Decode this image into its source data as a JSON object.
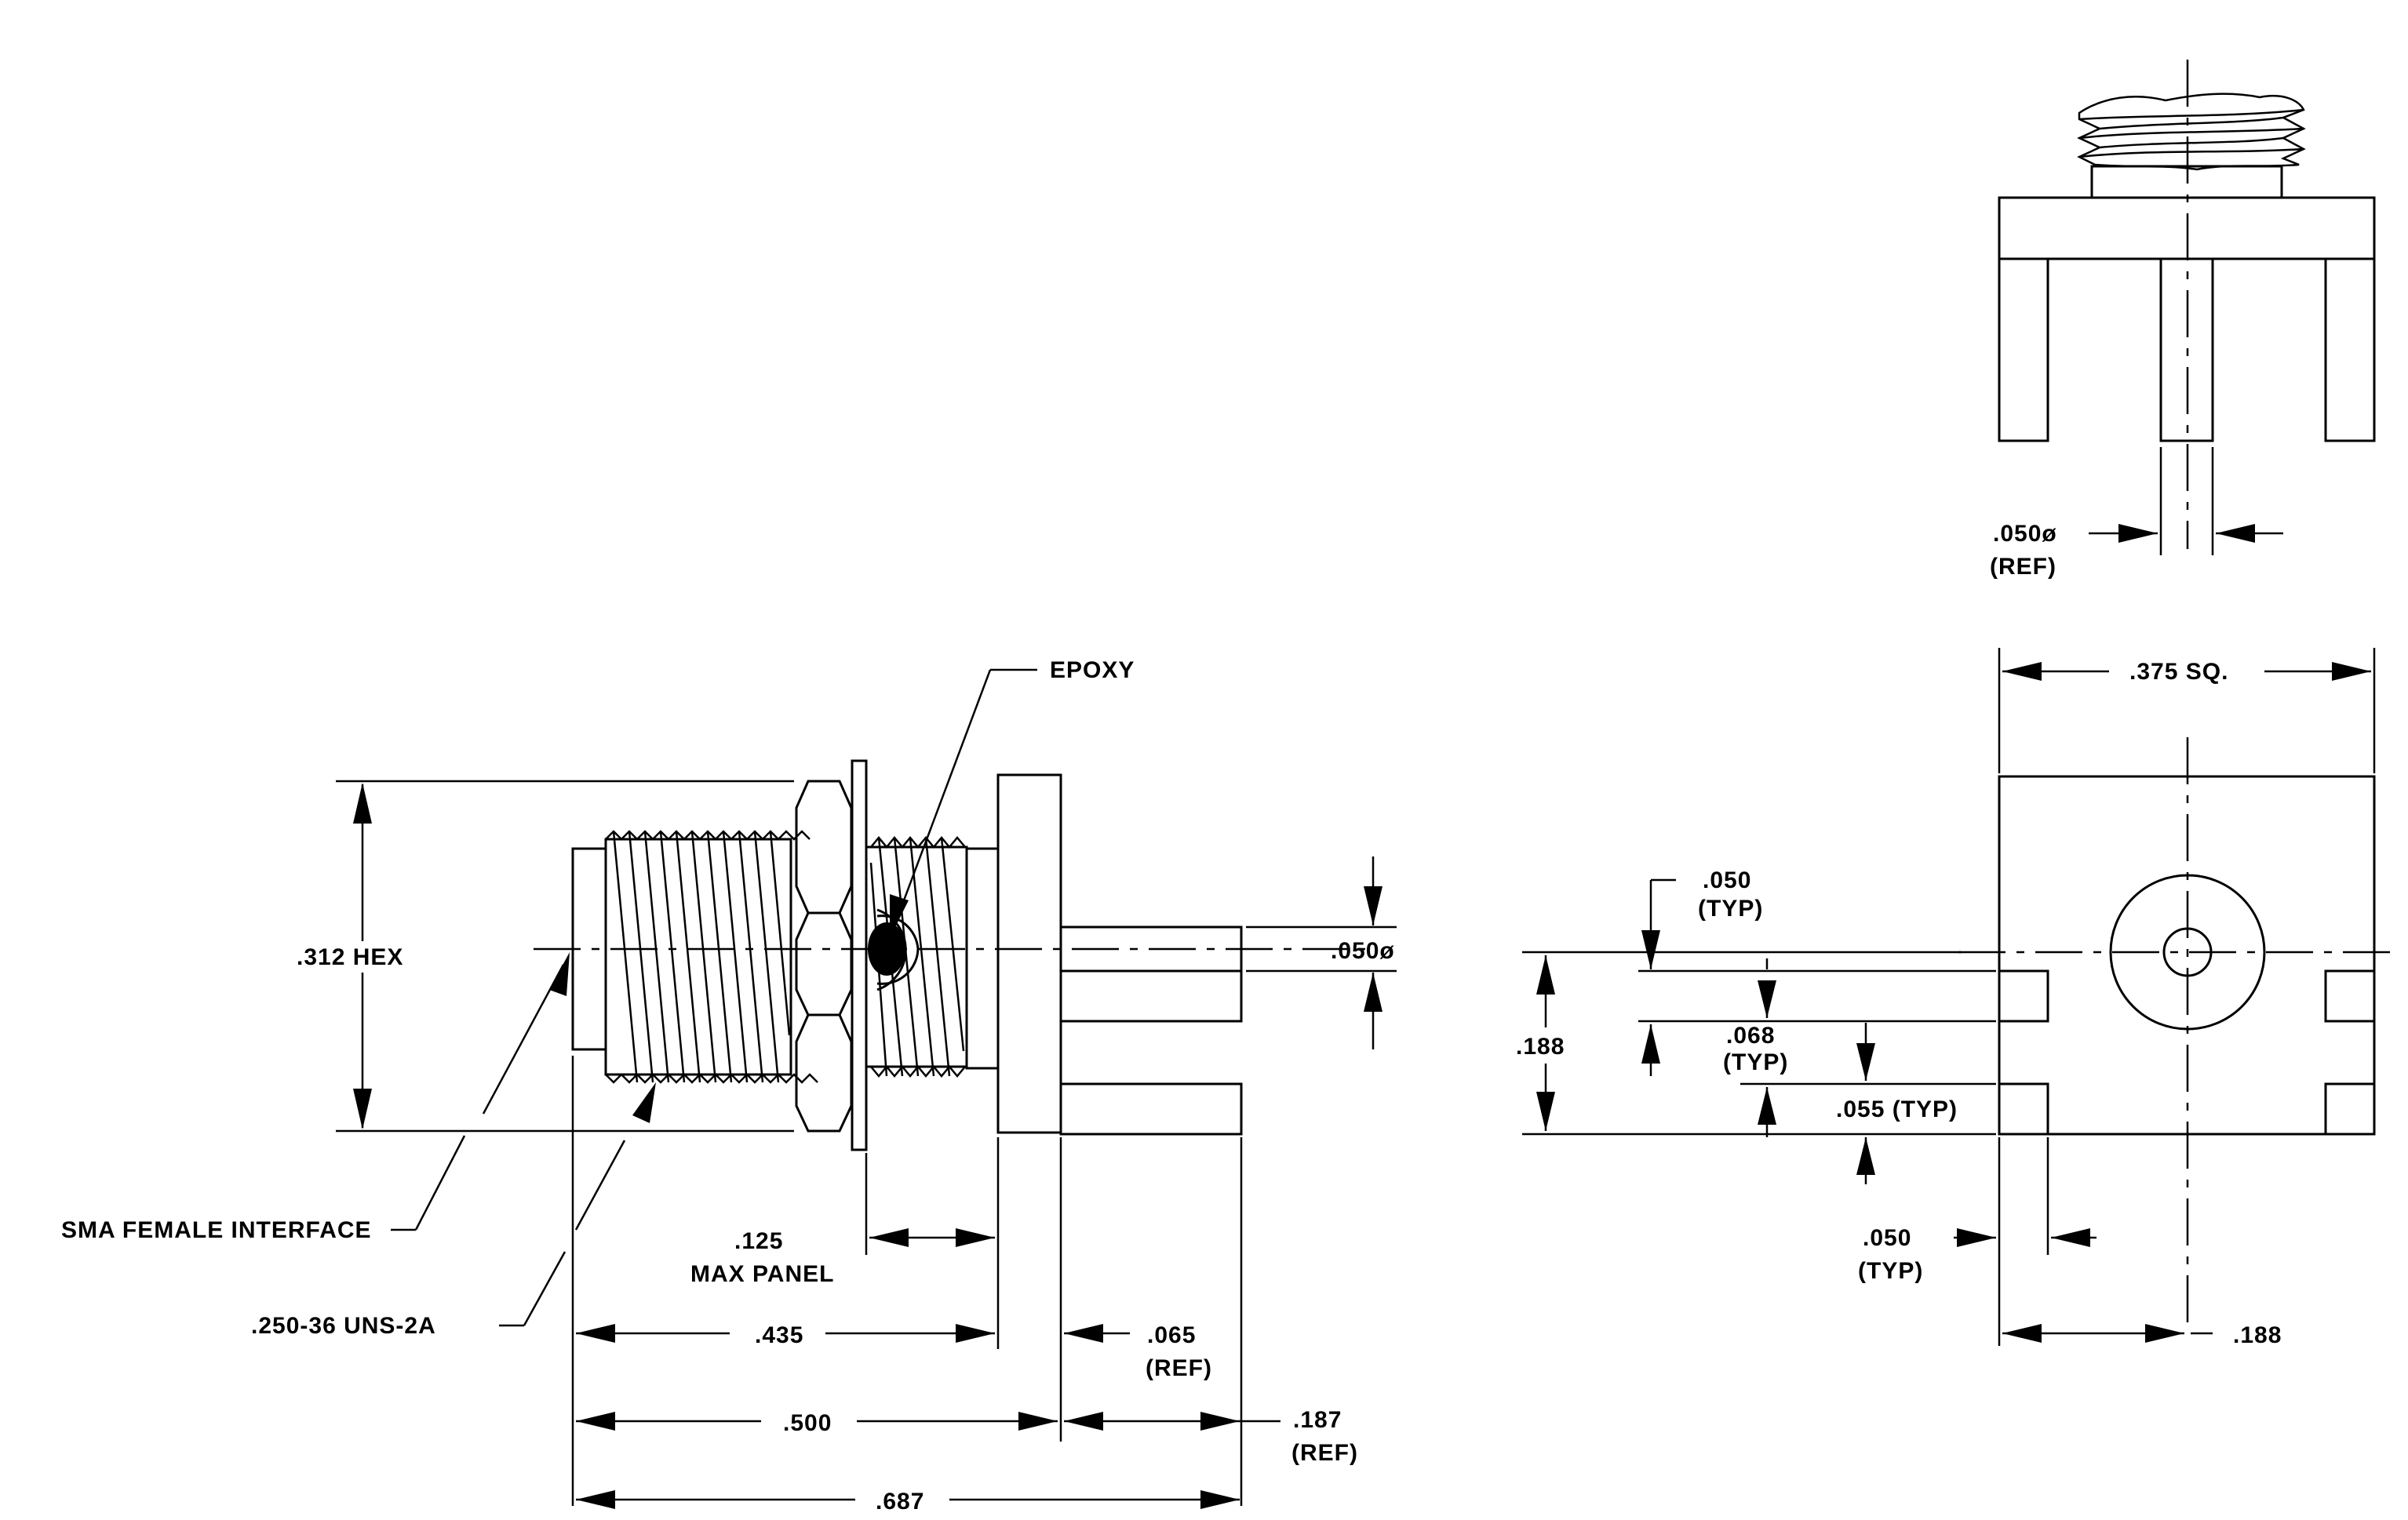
{
  "labels": {
    "epoxy": "EPOXY",
    "hex": ".312  HEX",
    "sma": "SMA  FEMALE  INTERFACE",
    "thread": ".250-36  UNS-2A",
    "pin_dia_left": ".050ø",
    "panel_val": ".125",
    "panel_txt": "MAX  PANEL",
    "d435": ".435",
    "d065": ".065",
    "d065_ref": "(REF)",
    "d500": ".500",
    "d187": ".187",
    "d187_ref": "(REF)",
    "d687": ".687",
    "top_pin_dia": ".050ø",
    "top_pin_ref": "(REF)",
    "sq": ".375  SQ.",
    "d050_top": ".050",
    "d050_top_typ": "(TYP)",
    "d188_left": ".188",
    "d068": ".068",
    "d068_typ": "(TYP)",
    "d055": ".055  (TYP)",
    "d050_bot": ".050",
    "d050_bot_typ": "(TYP)",
    "d188_bot": ".188"
  }
}
